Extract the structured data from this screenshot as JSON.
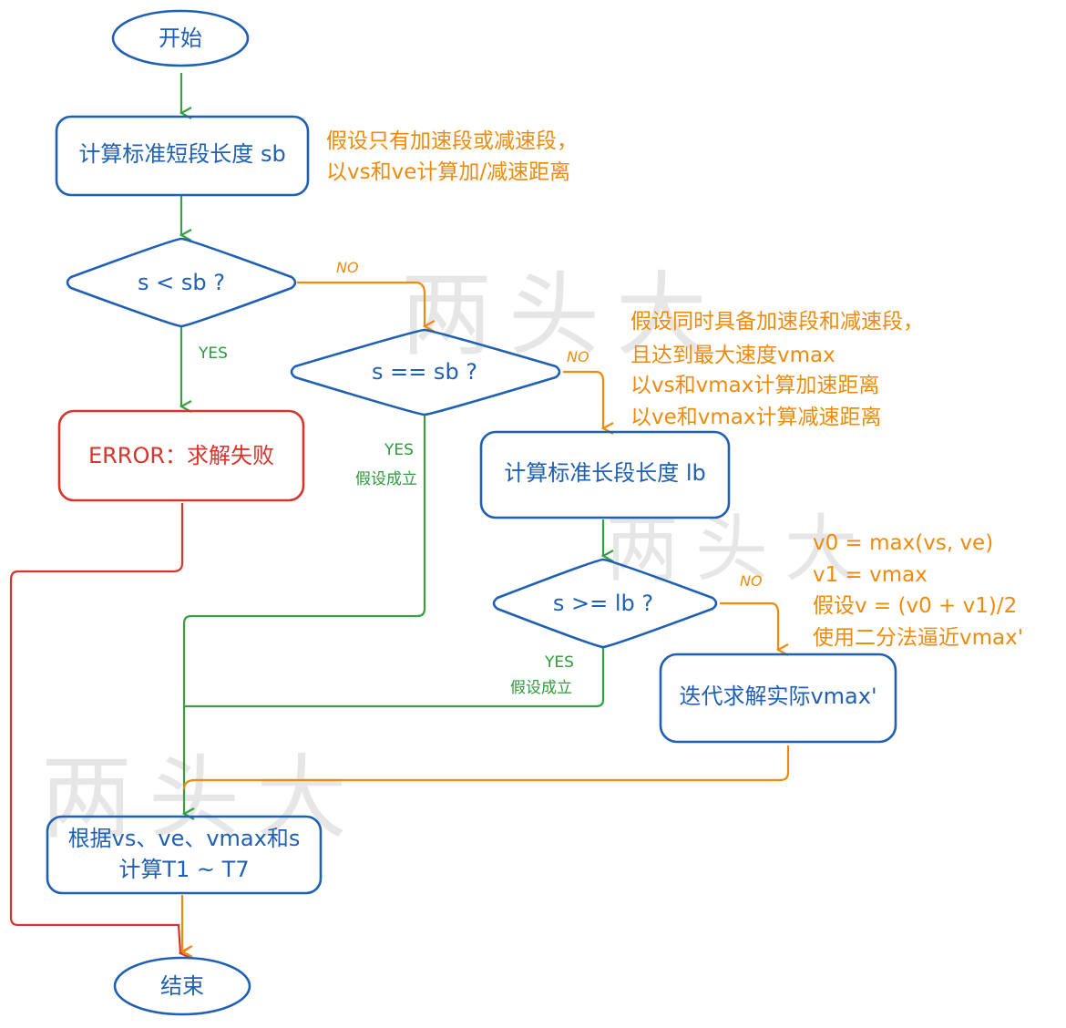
{
  "watermark": "两头大",
  "nodes": {
    "start": "开始",
    "calc_sb": "计算标准短段长度 sb",
    "dec_s_lt_sb": "s < sb ?",
    "error": "ERROR：求解失败",
    "dec_s_eq_sb": "s == sb ?",
    "calc_lb": "计算标准长段长度 lb",
    "dec_s_ge_lb": "s >= lb ?",
    "iterate": "迭代求解实际vmax'",
    "compute_t_line1": "根据vs、ve、vmax和s",
    "compute_t_line2": "计算T1 ~ T7",
    "end": "结束"
  },
  "notes": {
    "sb": [
      "假设只有加速段或减速段，",
      "以vs和ve计算加/减速距离"
    ],
    "lb": [
      "假设同时具备加速段和减速段，",
      "且达到最大速度vmax",
      "以vs和vmax计算加速距离",
      "以ve和vmax计算减速距离"
    ],
    "iter": [
      "v0 = max(vs,   ve)",
      "v1 = vmax",
      "假设v = (v0 + v1)/2",
      "使用二分法逼近vmax'"
    ]
  },
  "edge_labels": {
    "no": "NO",
    "yes": "YES",
    "holds": "假设成立"
  },
  "colors": {
    "node_stroke": "#1f5fb4",
    "error": "#d9342b",
    "yes_edge": "#35a03f",
    "no_edge": "#ee8a0c",
    "note_text": "#ee8a0c",
    "watermark": "#e6e6e6"
  }
}
